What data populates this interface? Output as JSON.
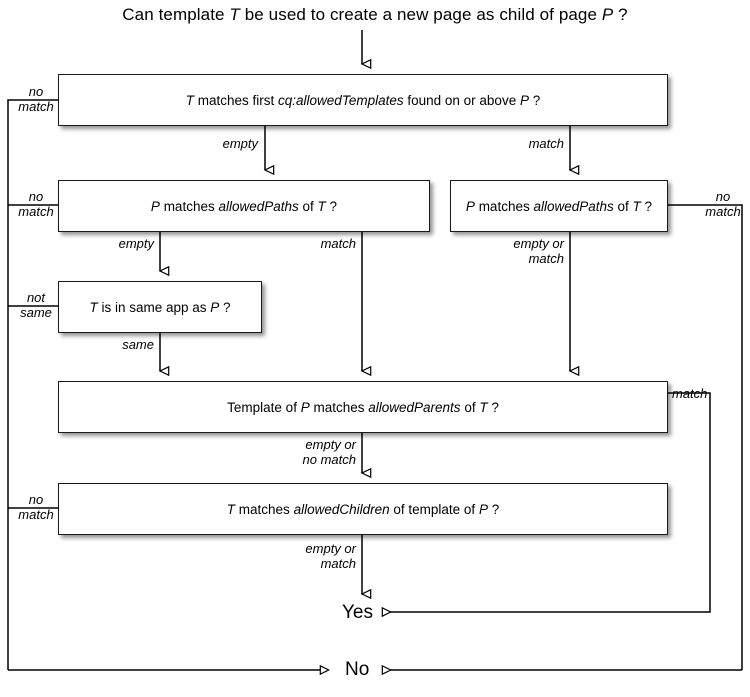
{
  "diagram": {
    "title_parts": [
      "Can template ",
      "T",
      " be used to create a new page as child of page ",
      "P",
      " ?"
    ],
    "title_plain": "Can template T be used to create a new page as child of page P ?",
    "nodes": [
      {
        "id": "allowed-templates",
        "text_html": "<i>T</i> matches first <i>cq:allowedTemplates</i> found on or above <i>P</i> ?",
        "text_plain": "T matches first cq:allowedTemplates found on or above P ?"
      },
      {
        "id": "allowed-paths-left",
        "text_html": "<i>P</i> matches <i>allowedPaths</i> of <i>T</i> ?",
        "text_plain": "P matches allowedPaths of T ?"
      },
      {
        "id": "allowed-paths-right",
        "text_html": "<i>P</i> matches <i>allowedPaths</i> of <i>T</i> ?",
        "text_plain": "P matches allowedPaths of T ?"
      },
      {
        "id": "same-app",
        "text_html": "<i>T</i> is in same app as <i>P</i> ?",
        "text_plain": "T is in same app as P ?"
      },
      {
        "id": "allowed-parents",
        "text_html": "Template of <i>P</i> matches <i>allowedParents</i> of <i>T</i> ?",
        "text_plain": "Template of P matches allowedParents of T ?"
      },
      {
        "id": "allowed-children",
        "text_html": "<i>T</i> matches <i>allowedChildren</i> of template of <i>P</i> ?",
        "text_plain": "T matches allowedChildren of template of P ?"
      }
    ],
    "edge_labels": [
      {
        "id": "tpl-no-match",
        "line1": "no",
        "line2": "match"
      },
      {
        "id": "tpl-empty",
        "line1": "empty",
        "line2": ""
      },
      {
        "id": "tpl-match",
        "line1": "match",
        "line2": ""
      },
      {
        "id": "paths-left-no-match",
        "line1": "no",
        "line2": "match"
      },
      {
        "id": "paths-left-empty",
        "line1": "empty",
        "line2": ""
      },
      {
        "id": "paths-left-match",
        "line1": "match",
        "line2": ""
      },
      {
        "id": "paths-right-no-match",
        "line1": "no",
        "line2": "match"
      },
      {
        "id": "paths-right-empty-or-match",
        "line1": "empty or",
        "line2": "match"
      },
      {
        "id": "sameapp-not-same",
        "line1": "not",
        "line2": "same"
      },
      {
        "id": "sameapp-same",
        "line1": "same",
        "line2": ""
      },
      {
        "id": "parents-match",
        "line1": "match",
        "line2": ""
      },
      {
        "id": "parents-empty-or-no-match",
        "line1": "empty or",
        "line2": "no match"
      },
      {
        "id": "children-no-match",
        "line1": "no",
        "line2": "match"
      },
      {
        "id": "children-empty-or-match",
        "line1": "empty or",
        "line2": "match"
      }
    ],
    "terminals": [
      {
        "id": "yes",
        "label": "Yes"
      },
      {
        "id": "no",
        "label": "No"
      }
    ],
    "colors": {
      "stroke": "#1a1a1a",
      "line": "#000000",
      "background": "#ffffff",
      "shadow": "rgba(0,0,0,0.42)"
    }
  }
}
